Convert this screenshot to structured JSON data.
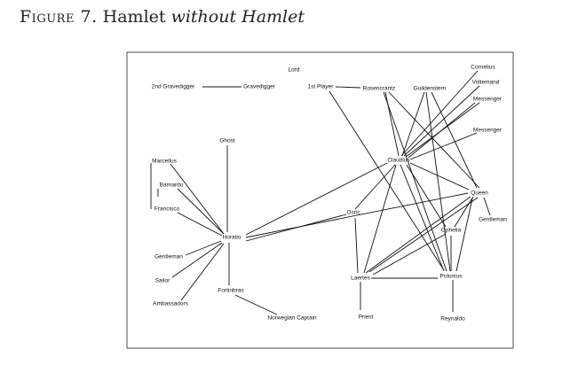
{
  "caption": {
    "figure_label": "Figure 7.",
    "title_regular": "Hamlet",
    "title_italic": "without Hamlet"
  },
  "nodes": {
    "lord": "Lord",
    "gravedigger2": "2nd Gravedigger",
    "gravedigger": "Gravedigger",
    "player1": "1st Player",
    "rosencrantz": "Rosencrantz",
    "guildenstern": "Guildenstern",
    "cornelius": "Cornelius",
    "voltemand": "Voltemand",
    "messenger1": "Messenger",
    "messenger2": "Messenger",
    "ghost": "Ghost",
    "marcellus": "Marcellus",
    "barnardo": "Barnardo",
    "francisco": "Francisco",
    "horatio": "Horatio",
    "gentleman1": "Gentleman",
    "sailor": "Sailor",
    "ambassadors": "Ambassadors",
    "fortinbras": "Fortinbras",
    "captain": "Norwegian Captain",
    "claudius": "Claudius",
    "queen": "Queen",
    "gentleman2": "Gentleman",
    "osric": "Osric",
    "ophelia": "Ophelia",
    "laertes": "Laertes",
    "polonius": "Polonius",
    "priest": "Priest",
    "reynaldo": "Reynaldo"
  }
}
